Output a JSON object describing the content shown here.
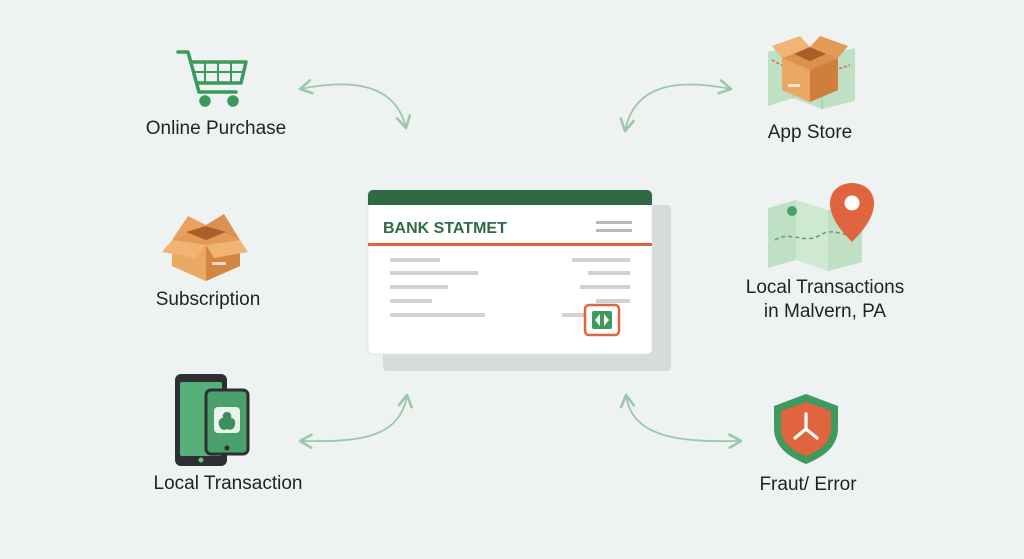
{
  "nodes": {
    "online_purchase": "Online Purchase",
    "subscription": "Subscription",
    "local_transaction": "Local Transaction",
    "app_store": "App Store",
    "local_transactions_malvern": "Local Transactions\nin Malvern, PA",
    "fraud_error": "Fraut/ Error"
  },
  "statement": {
    "title": "BANK STATMET"
  },
  "colors": {
    "background": "#eef2f1",
    "accent_green": "#2f7a4a",
    "accent_orange": "#e0643d",
    "arrow": "#9cc7ad",
    "line_gray": "#cfd4d2"
  }
}
